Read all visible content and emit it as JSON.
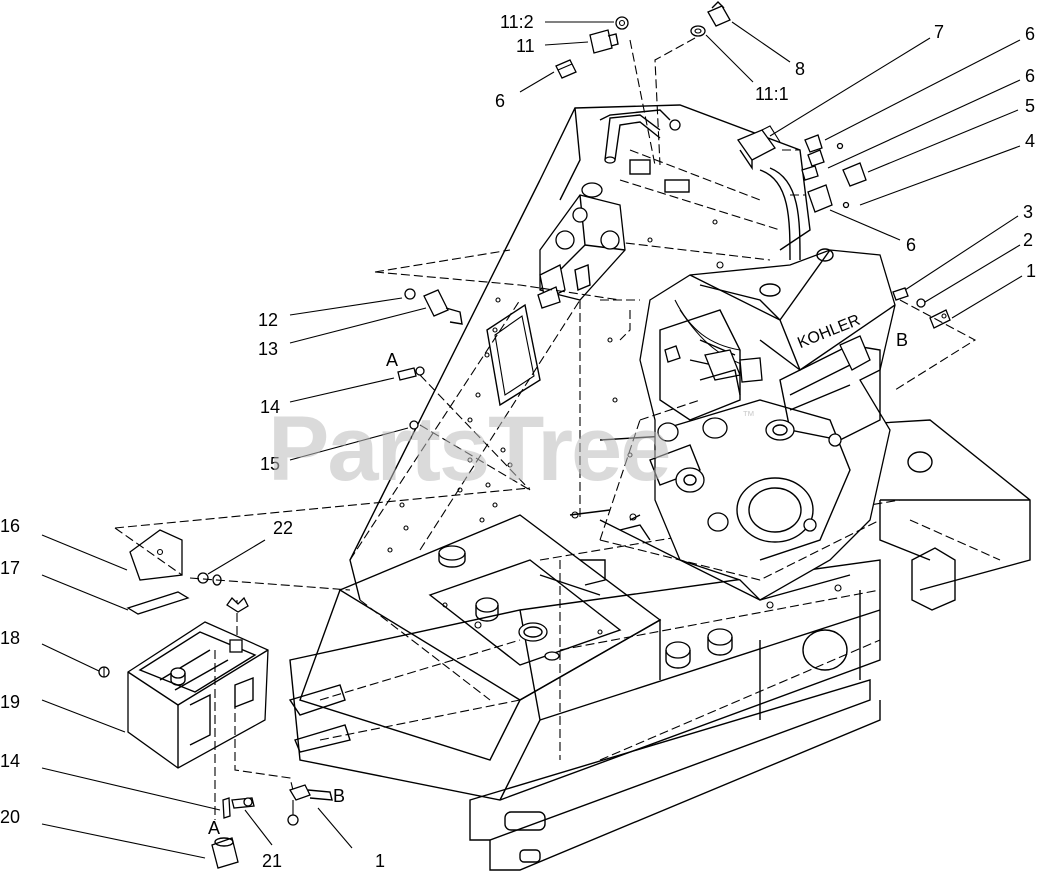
{
  "watermark": {
    "text": "PartsTree",
    "trademark": "™"
  },
  "engine_brand": "KOHLER",
  "callouts": [
    {
      "id": "c-11-2",
      "label": "11:2"
    },
    {
      "id": "c-11",
      "label": "11"
    },
    {
      "id": "c-6a",
      "label": "6"
    },
    {
      "id": "c-8",
      "label": "8"
    },
    {
      "id": "c-11-1",
      "label": "11:1"
    },
    {
      "id": "c-7",
      "label": "7"
    },
    {
      "id": "c-6b",
      "label": "6"
    },
    {
      "id": "c-6c",
      "label": "6"
    },
    {
      "id": "c-5",
      "label": "5"
    },
    {
      "id": "c-4",
      "label": "4"
    },
    {
      "id": "c-6d",
      "label": "6"
    },
    {
      "id": "c-3",
      "label": "3"
    },
    {
      "id": "c-2",
      "label": "2"
    },
    {
      "id": "c-1a",
      "label": "1"
    },
    {
      "id": "c-Ba",
      "label": "B"
    },
    {
      "id": "c-12",
      "label": "12"
    },
    {
      "id": "c-13",
      "label": "13"
    },
    {
      "id": "c-Aa",
      "label": "A"
    },
    {
      "id": "c-14a",
      "label": "14"
    },
    {
      "id": "c-15",
      "label": "15"
    },
    {
      "id": "c-16",
      "label": "16"
    },
    {
      "id": "c-22",
      "label": "22"
    },
    {
      "id": "c-17",
      "label": "17"
    },
    {
      "id": "c-18",
      "label": "18"
    },
    {
      "id": "c-19",
      "label": "19"
    },
    {
      "id": "c-14b",
      "label": "14"
    },
    {
      "id": "c-Ab",
      "label": "A"
    },
    {
      "id": "c-Bb",
      "label": "B"
    },
    {
      "id": "c-20",
      "label": "20"
    },
    {
      "id": "c-21",
      "label": "21"
    },
    {
      "id": "c-1b",
      "label": "1"
    }
  ]
}
